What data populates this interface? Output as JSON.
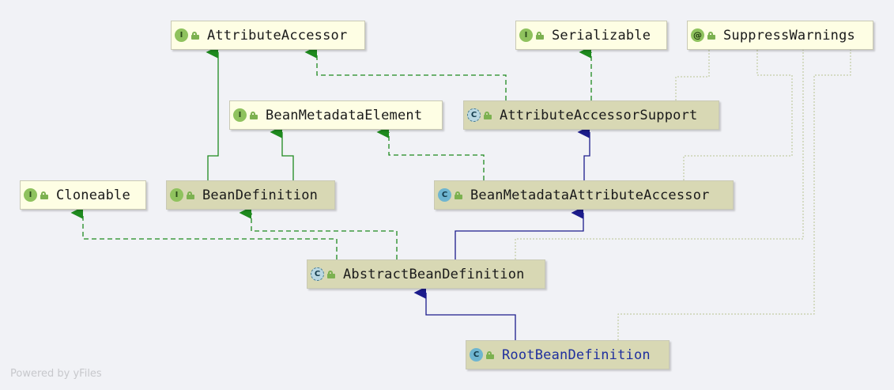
{
  "diagram": {
    "nodes": [
      {
        "id": "attribute-accessor",
        "kind": "interface",
        "icon": "I",
        "label": "AttributeAccessor"
      },
      {
        "id": "serializable",
        "kind": "interface",
        "icon": "I",
        "label": "Serializable"
      },
      {
        "id": "suppress-warnings",
        "kind": "annotation",
        "icon": "@",
        "label": "SuppressWarnings"
      },
      {
        "id": "bean-metadata-element",
        "kind": "interface",
        "icon": "I",
        "label": "BeanMetadataElement"
      },
      {
        "id": "attribute-accessor-support",
        "kind": "abstract-class",
        "icon": "C",
        "label": "AttributeAccessorSupport"
      },
      {
        "id": "cloneable",
        "kind": "interface",
        "icon": "I",
        "label": "Cloneable"
      },
      {
        "id": "bean-definition",
        "kind": "interface",
        "icon": "I",
        "label": "BeanDefinition"
      },
      {
        "id": "bean-metadata-attribute-accessor",
        "kind": "class",
        "icon": "C",
        "label": "BeanMetadataAttributeAccessor"
      },
      {
        "id": "abstract-bean-definition",
        "kind": "abstract-class",
        "icon": "C",
        "label": "AbstractBeanDefinition"
      },
      {
        "id": "root-bean-definition",
        "kind": "class",
        "icon": "C",
        "label": "RootBeanDefinition"
      }
    ],
    "edges": [
      {
        "from": "bean-definition",
        "to": "attribute-accessor",
        "type": "extends-interface"
      },
      {
        "from": "bean-definition",
        "to": "bean-metadata-element",
        "type": "extends-interface"
      },
      {
        "from": "attribute-accessor-support",
        "to": "attribute-accessor",
        "type": "implements"
      },
      {
        "from": "attribute-accessor-support",
        "to": "serializable",
        "type": "implements"
      },
      {
        "from": "bean-metadata-attribute-accessor",
        "to": "bean-metadata-element",
        "type": "implements"
      },
      {
        "from": "bean-metadata-attribute-accessor",
        "to": "attribute-accessor-support",
        "type": "extends"
      },
      {
        "from": "abstract-bean-definition",
        "to": "cloneable",
        "type": "implements"
      },
      {
        "from": "abstract-bean-definition",
        "to": "bean-definition",
        "type": "implements"
      },
      {
        "from": "abstract-bean-definition",
        "to": "bean-metadata-attribute-accessor",
        "type": "extends"
      },
      {
        "from": "root-bean-definition",
        "to": "abstract-bean-definition",
        "type": "extends"
      },
      {
        "from": "attribute-accessor-support",
        "to": "suppress-warnings",
        "type": "annotated"
      },
      {
        "from": "bean-metadata-attribute-accessor",
        "to": "suppress-warnings",
        "type": "annotated"
      },
      {
        "from": "abstract-bean-definition",
        "to": "suppress-warnings",
        "type": "annotated"
      },
      {
        "from": "root-bean-definition",
        "to": "suppress-warnings",
        "type": "annotated"
      }
    ],
    "colors": {
      "background": "#f1f2f6",
      "interface_fill": "#fefee4",
      "class_fill": "#d8d8b4",
      "interface_edge": "#1e8a1e",
      "class_edge": "#1c1c8c",
      "annotation_edge": "#b9c492",
      "root_label": "#1f2f9e"
    }
  },
  "footer": {
    "text": "Powered by yFiles"
  }
}
